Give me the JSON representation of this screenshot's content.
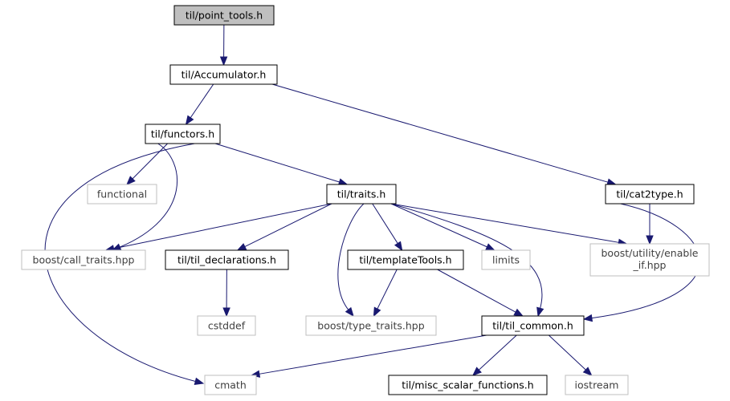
{
  "graph": {
    "colors": {
      "edge": "#191970",
      "local_border": "#000000",
      "system_border": "#bfbfbf",
      "root_fill": "#bfbfbf",
      "system_text": "#404040"
    },
    "nodes": {
      "point_tools": {
        "label": "til/point_tools.h",
        "kind": "root"
      },
      "accumulator": {
        "label": "til/Accumulator.h",
        "kind": "local"
      },
      "functors": {
        "label": "til/functors.h",
        "kind": "local"
      },
      "cat2type": {
        "label": "til/cat2type.h",
        "kind": "local"
      },
      "functional": {
        "label": "functional",
        "kind": "system"
      },
      "traits": {
        "label": "til/traits.h",
        "kind": "local"
      },
      "call_traits": {
        "label": "boost/call_traits.hpp",
        "kind": "system"
      },
      "til_declarations": {
        "label": "til/til_declarations.h",
        "kind": "local"
      },
      "template_tools": {
        "label": "til/templateTools.h",
        "kind": "local"
      },
      "limits": {
        "label": "limits",
        "kind": "system"
      },
      "enable_if": {
        "label": "boost/utility/enable",
        "label2": "_if.hpp",
        "kind": "system"
      },
      "cstddef": {
        "label": "cstddef",
        "kind": "system"
      },
      "type_traits": {
        "label": "boost/type_traits.hpp",
        "kind": "system"
      },
      "til_common": {
        "label": "til/til_common.h",
        "kind": "local"
      },
      "cmath": {
        "label": "cmath",
        "kind": "system"
      },
      "misc_scalar": {
        "label": "til/misc_scalar_functions.h",
        "kind": "local"
      },
      "iostream": {
        "label": "iostream",
        "kind": "system"
      }
    },
    "edges": [
      [
        "point_tools",
        "accumulator"
      ],
      [
        "accumulator",
        "functors"
      ],
      [
        "accumulator",
        "cat2type"
      ],
      [
        "functors",
        "functional"
      ],
      [
        "functors",
        "traits"
      ],
      [
        "functors",
        "call_traits"
      ],
      [
        "functors",
        "cmath"
      ],
      [
        "traits",
        "call_traits"
      ],
      [
        "traits",
        "til_declarations"
      ],
      [
        "traits",
        "template_tools"
      ],
      [
        "traits",
        "limits"
      ],
      [
        "traits",
        "enable_if"
      ],
      [
        "traits",
        "type_traits"
      ],
      [
        "traits",
        "til_common"
      ],
      [
        "cat2type",
        "enable_if"
      ],
      [
        "cat2type",
        "til_common"
      ],
      [
        "til_declarations",
        "cstddef"
      ],
      [
        "template_tools",
        "type_traits"
      ],
      [
        "template_tools",
        "til_common"
      ],
      [
        "til_common",
        "cmath"
      ],
      [
        "til_common",
        "misc_scalar"
      ],
      [
        "til_common",
        "iostream"
      ]
    ]
  }
}
